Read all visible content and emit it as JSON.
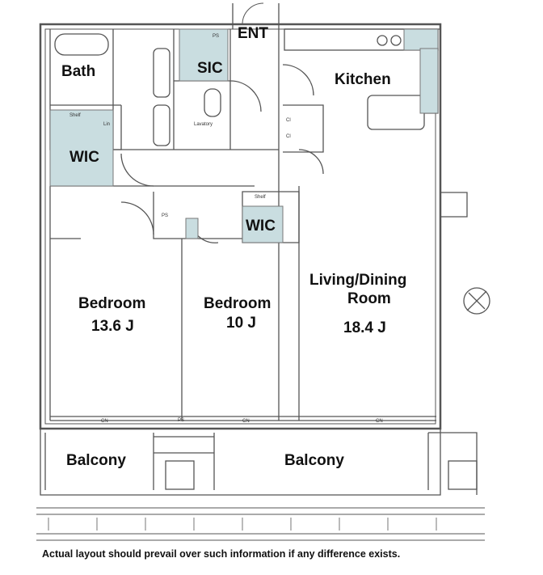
{
  "labels": {
    "ent": "ENT",
    "bath": "Bath",
    "sic": "SIC",
    "kitchen": "Kitchen",
    "wic1": "WIC",
    "wic2": "WIC",
    "bedroom1_name": "Bedroom",
    "bedroom1_size": "13.6 J",
    "bedroom2_name": "Bedroom",
    "bedroom2_size": "10 J",
    "living_name": "Living/Dining",
    "living_name2": "Room",
    "living_size": "18.4 J",
    "balcony1": "Balcony",
    "balcony2": "Balcony"
  },
  "small_labels": {
    "lavatory": "Lavatory",
    "ps": "PS",
    "cl": "Cl",
    "shelf": "Shelf",
    "linen": "Lin",
    "cn": "CN"
  },
  "note": "Actual layout should prevail over such information if any difference exists.",
  "colors": {
    "wall": "#555555",
    "fill": "#c9dde0",
    "line": "#777777"
  }
}
